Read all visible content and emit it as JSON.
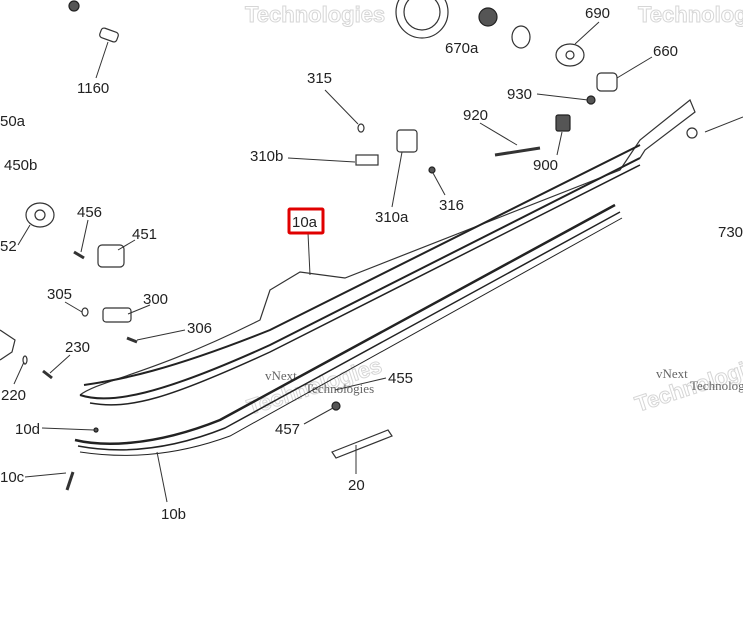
{
  "diagram": {
    "highlight_color": "#e00000",
    "selected_part": "10a",
    "watermark": {
      "brand": "vNext",
      "word": "Technologies"
    },
    "labels": {
      "p1160": "1160",
      "p315": "315",
      "p690": "690",
      "p670a": "670a",
      "p660": "660",
      "p930": "930",
      "p920": "920",
      "p900": "900",
      "p310b": "310b",
      "p310a": "310a",
      "p316": "316",
      "p450a": "50a",
      "p450b": "450b",
      "p456": "456",
      "p451": "451",
      "p452": "52",
      "p10a": "10a",
      "p730": "730",
      "p305": "305",
      "p300": "300",
      "p306": "306",
      "p230": "230",
      "p220": "220",
      "p455": "455",
      "p457": "457",
      "p10d": "10d",
      "p10c": "10c",
      "p10b": "10b",
      "p20": "20"
    }
  }
}
